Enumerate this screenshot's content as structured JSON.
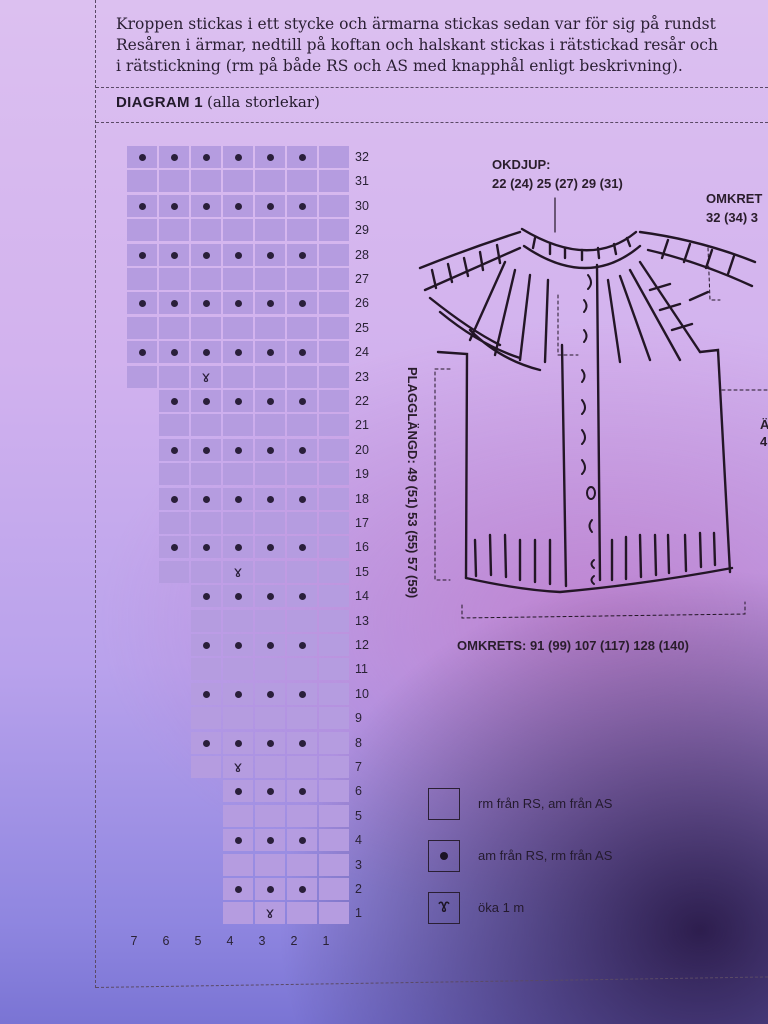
{
  "intro": {
    "lines": [
      "Kroppen stickas i ett stycke och ärmarna stickas sedan var för sig på rundst",
      "Resåren i ärmar, nedtill på koftan och halskant stickas i rätstickad resår och",
      "i rätstickning (rm på både RS och AS med knapphål enligt beskrivning)."
    ]
  },
  "diagram": {
    "title": "DIAGRAM 1",
    "subtitle": "(alla storlekar)"
  },
  "chart_data": {
    "type": "table",
    "title": "DIAGRAM 1 (alla storlekar)",
    "column_labels": [
      "7",
      "6",
      "5",
      "4",
      "3",
      "2",
      "1"
    ],
    "rows": [
      {
        "row": "32",
        "stitches": 7,
        "dots": [
          7,
          6,
          5,
          4,
          3,
          2
        ],
        "increase": []
      },
      {
        "row": "31",
        "stitches": 7,
        "dots": [],
        "increase": []
      },
      {
        "row": "30",
        "stitches": 7,
        "dots": [
          7,
          6,
          5,
          4,
          3,
          2
        ],
        "increase": []
      },
      {
        "row": "29",
        "stitches": 7,
        "dots": [],
        "increase": []
      },
      {
        "row": "28",
        "stitches": 7,
        "dots": [
          7,
          6,
          5,
          4,
          3,
          2
        ],
        "increase": []
      },
      {
        "row": "27",
        "stitches": 7,
        "dots": [],
        "increase": []
      },
      {
        "row": "26",
        "stitches": 7,
        "dots": [
          7,
          6,
          5,
          4,
          3,
          2
        ],
        "increase": []
      },
      {
        "row": "25",
        "stitches": 7,
        "dots": [],
        "increase": []
      },
      {
        "row": "24",
        "stitches": 7,
        "dots": [
          7,
          6,
          5,
          4,
          3,
          2
        ],
        "increase": []
      },
      {
        "row": "23",
        "stitches": 7,
        "dots": [],
        "increase": [
          5
        ]
      },
      {
        "row": "22",
        "stitches": 6,
        "dots": [
          6,
          5,
          4,
          3,
          2
        ],
        "increase": []
      },
      {
        "row": "21",
        "stitches": 6,
        "dots": [],
        "increase": []
      },
      {
        "row": "20",
        "stitches": 6,
        "dots": [
          6,
          5,
          4,
          3,
          2
        ],
        "increase": []
      },
      {
        "row": "19",
        "stitches": 6,
        "dots": [],
        "increase": []
      },
      {
        "row": "18",
        "stitches": 6,
        "dots": [
          6,
          5,
          4,
          3,
          2
        ],
        "increase": []
      },
      {
        "row": "17",
        "stitches": 6,
        "dots": [],
        "increase": []
      },
      {
        "row": "16",
        "stitches": 6,
        "dots": [
          6,
          5,
          4,
          3,
          2
        ],
        "increase": []
      },
      {
        "row": "15",
        "stitches": 6,
        "dots": [],
        "increase": [
          4
        ]
      },
      {
        "row": "14",
        "stitches": 5,
        "dots": [
          5,
          4,
          3,
          2
        ],
        "increase": []
      },
      {
        "row": "13",
        "stitches": 5,
        "dots": [],
        "increase": []
      },
      {
        "row": "12",
        "stitches": 5,
        "dots": [
          5,
          4,
          3,
          2
        ],
        "increase": []
      },
      {
        "row": "11",
        "stitches": 5,
        "dots": [],
        "increase": []
      },
      {
        "row": "10",
        "stitches": 5,
        "dots": [
          5,
          4,
          3,
          2
        ],
        "increase": []
      },
      {
        "row": "9",
        "stitches": 5,
        "dots": [],
        "increase": []
      },
      {
        "row": "8",
        "stitches": 5,
        "dots": [
          5,
          4,
          3,
          2
        ],
        "increase": []
      },
      {
        "row": "7",
        "stitches": 5,
        "dots": [],
        "increase": [
          4
        ]
      },
      {
        "row": "6",
        "stitches": 4,
        "dots": [
          4,
          3,
          2
        ],
        "increase": []
      },
      {
        "row": "5",
        "stitches": 4,
        "dots": [],
        "increase": []
      },
      {
        "row": "4",
        "stitches": 4,
        "dots": [
          4,
          3,
          2
        ],
        "increase": []
      },
      {
        "row": "3",
        "stitches": 4,
        "dots": [],
        "increase": []
      },
      {
        "row": "2",
        "stitches": 4,
        "dots": [
          4,
          3,
          2
        ],
        "increase": []
      },
      {
        "row": "1",
        "stitches": 4,
        "dots": [],
        "increase": [
          3
        ]
      }
    ]
  },
  "schematic": {
    "okdjup_label": "OKDJUP:",
    "okdjup_values": "22 (24) 25 (27) 29 (31)",
    "omkrets_top_label": "OMKRET",
    "omkrets_top_values": "32 (34) 3",
    "sleeve_label_partial": "Ä",
    "sleeve_value_partial": "4",
    "plagglangd": "PLAGGLÄNGD: 49 (51) 53 (55) 57 (59)",
    "omkrets_bottom": "OMKRETS: 91 (99) 107 (117) 128 (140)"
  },
  "legend": [
    {
      "symbol": "empty-square",
      "text": "rm från RS, am från AS"
    },
    {
      "symbol": "dot",
      "text": "am från RS, rm från AS"
    },
    {
      "symbol": "increase",
      "text": "öka 1 m"
    }
  ],
  "symbols": {
    "increase_glyph": "ɤ"
  },
  "colors": {
    "cell": "#b59ce0",
    "ink": "#2a1f3a"
  }
}
